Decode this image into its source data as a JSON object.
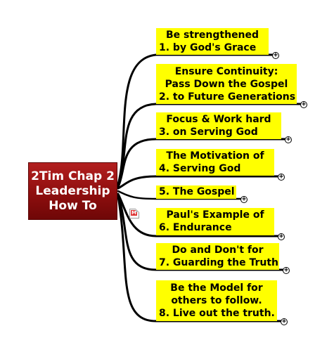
{
  "central": {
    "line1": "2Tim Chap 2",
    "line2": "Leadership",
    "line3": "How To"
  },
  "topics": [
    {
      "lines": [
        "Be strengthened",
        "1.   by God's Grace"
      ]
    },
    {
      "lines": [
        "Ensure Continuity:",
        "Pass Down the Gospel",
        "2. to Future Generations"
      ]
    },
    {
      "lines": [
        "Focus & Work hard",
        "3.    on Serving God"
      ]
    },
    {
      "lines": [
        "The Motivation of",
        "4.     Serving God"
      ]
    },
    {
      "lines": [
        "5. The Gospel"
      ]
    },
    {
      "lines": [
        "Paul's Example of",
        "6.      Endurance"
      ]
    },
    {
      "lines": [
        "Do and Don't for",
        "7. Guarding the Truth"
      ]
    },
    {
      "lines": [
        "Be the Model for",
        "others to follow.",
        "8. Live out the truth."
      ]
    }
  ],
  "expander_symbol": "+",
  "note_icon": "M",
  "colors": {
    "topic_fill": "#ffff00",
    "central_fill": "#8e0e0e",
    "connector": "#000000"
  }
}
